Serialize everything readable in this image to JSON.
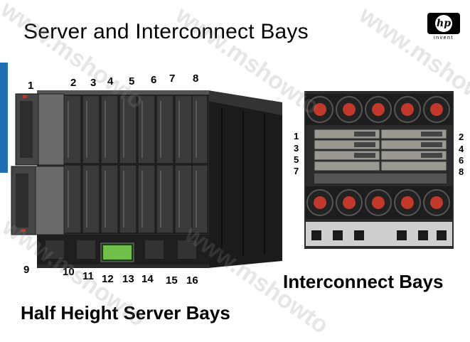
{
  "slide": {
    "title": "Server and Interconnect Bays",
    "logo": {
      "text": "hp",
      "tagline": "invent"
    },
    "server_bay_numbers_top": [
      "1",
      "2",
      "3",
      "4",
      "5",
      "6",
      "7",
      "8"
    ],
    "server_bay_numbers_bottom": [
      "9",
      "10",
      "11",
      "12",
      "13",
      "14",
      "15",
      "16"
    ],
    "interconnect_numbers_left": [
      "1",
      "3",
      "5",
      "7"
    ],
    "interconnect_numbers_right": [
      "2",
      "4",
      "6",
      "8"
    ],
    "label_interconnect": "Interconnect Bays",
    "label_servers": "Half Height Server Bays",
    "watermark": "www.mshowto"
  },
  "colors": {
    "accent_bar": "#1f6fb5",
    "chassis": "#2a2a2a",
    "fan_red": "#c0392b"
  },
  "icons": {
    "logo": "hp-logo",
    "enclosure": "blade-enclosure-front-image",
    "interconnect": "enclosure-rear-image"
  }
}
